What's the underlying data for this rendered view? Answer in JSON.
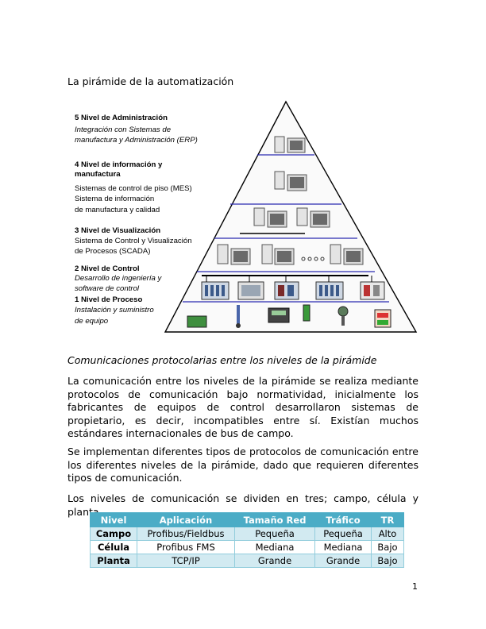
{
  "heading": "La pirámide de la automatización",
  "figure": {
    "levels": [
      {
        "title": "5 Nivel de Administración",
        "lines": [
          "Integración con Sistemas  de",
          "manufactura y Administración (ERP)"
        ]
      },
      {
        "title": "4 Nivel de información y",
        "title2": "manufactura",
        "lines": [
          "Sistemas  de  control  de piso (MES)",
          "Sistema de información",
          "de manufactura y calidad"
        ]
      },
      {
        "title": "3 Nivel de Visualización",
        "lines": [
          "Sistema de Control y Visualización",
          "de Procesos (SCADA)"
        ]
      },
      {
        "title": "2 Nivel de Control",
        "lines": [
          "Desarrollo de ingeniería y",
          "software de control"
        ]
      },
      {
        "title": "1 Nivel de Proceso",
        "lines": [
          "Instalación y suministro",
          "de equipo"
        ]
      }
    ]
  },
  "subheading": "Comunicaciones protocolarias entre los niveles de la pirámide",
  "paragraphs": [
    "La comunicación entre los niveles de la pirámide se realiza mediante protocolos de comunicación bajo normatividad, inicialmente los fabricantes de equipos de control desarrollaron sistemas de propietario, es decir, incompatibles entre sí. Existían muchos estándares internacionales de bus de campo.",
    "Se implementan diferentes tipos de protocolos de comunicación entre los diferentes niveles de la pirámide, dado que requieren diferentes tipos de comunicación.",
    "Los niveles de comunicación se dividen en tres; campo, célula y planta."
  ],
  "table": {
    "headers": [
      "Nivel",
      "Aplicación",
      "Tamaño Red",
      "Tráfico",
      "TR"
    ],
    "rows": [
      [
        "Campo",
        "Profibus/Fieldbus",
        "Pequeña",
        "Pequeña",
        "Alto"
      ],
      [
        "Célula",
        "Profibus FMS",
        "Mediana",
        "Mediana",
        "Bajo"
      ],
      [
        "Planta",
        "TCP/IP",
        "Grande",
        "Grande",
        "Bajo"
      ]
    ]
  },
  "page_number": "1",
  "colors": {
    "table_header": "#4bacc6",
    "table_band": "#d2eaf1",
    "pyramid_line": "#2b2bb0",
    "pyramid_edge": "#000000"
  }
}
